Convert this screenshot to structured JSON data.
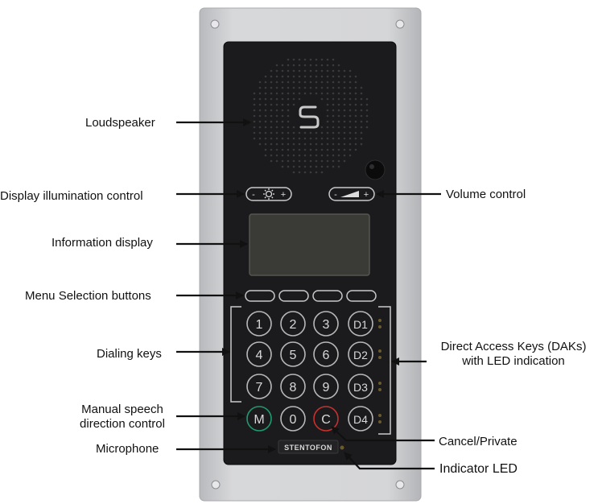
{
  "labels": {
    "loudspeaker": "Loudspeaker",
    "display_illumination": "Display illumination control",
    "volume_control": "Volume control",
    "information_display": "Information display",
    "menu_selection": "Menu Selection buttons",
    "dialing_keys": "Dialing keys",
    "dak_line1": "Direct Access Keys (DAKs)",
    "dak_line2": "with LED indication",
    "manual_line1": "Manual speech",
    "manual_line2": "direction control",
    "cancel_private": "Cancel/Private",
    "microphone": "Microphone",
    "indicator_led": "Indicator LED"
  },
  "device": {
    "brand": "STENTOFON",
    "keys": [
      "1",
      "2",
      "3",
      "D1",
      "4",
      "5",
      "6",
      "D2",
      "7",
      "8",
      "9",
      "D3",
      "M",
      "0",
      "C",
      "D4"
    ],
    "illum_minus": "-",
    "illum_plus": "+",
    "vol_minus": "-",
    "vol_plus": "+",
    "logo_glyph": "S"
  },
  "colors": {
    "plate": "#cfd0d2",
    "panel": "#1b1b1d",
    "display": "#3a3b36",
    "key_ring": "#b8b8b8",
    "m_ring": "#1f9a6e",
    "c_ring": "#c8302e",
    "led": "#6b5a2a"
  }
}
